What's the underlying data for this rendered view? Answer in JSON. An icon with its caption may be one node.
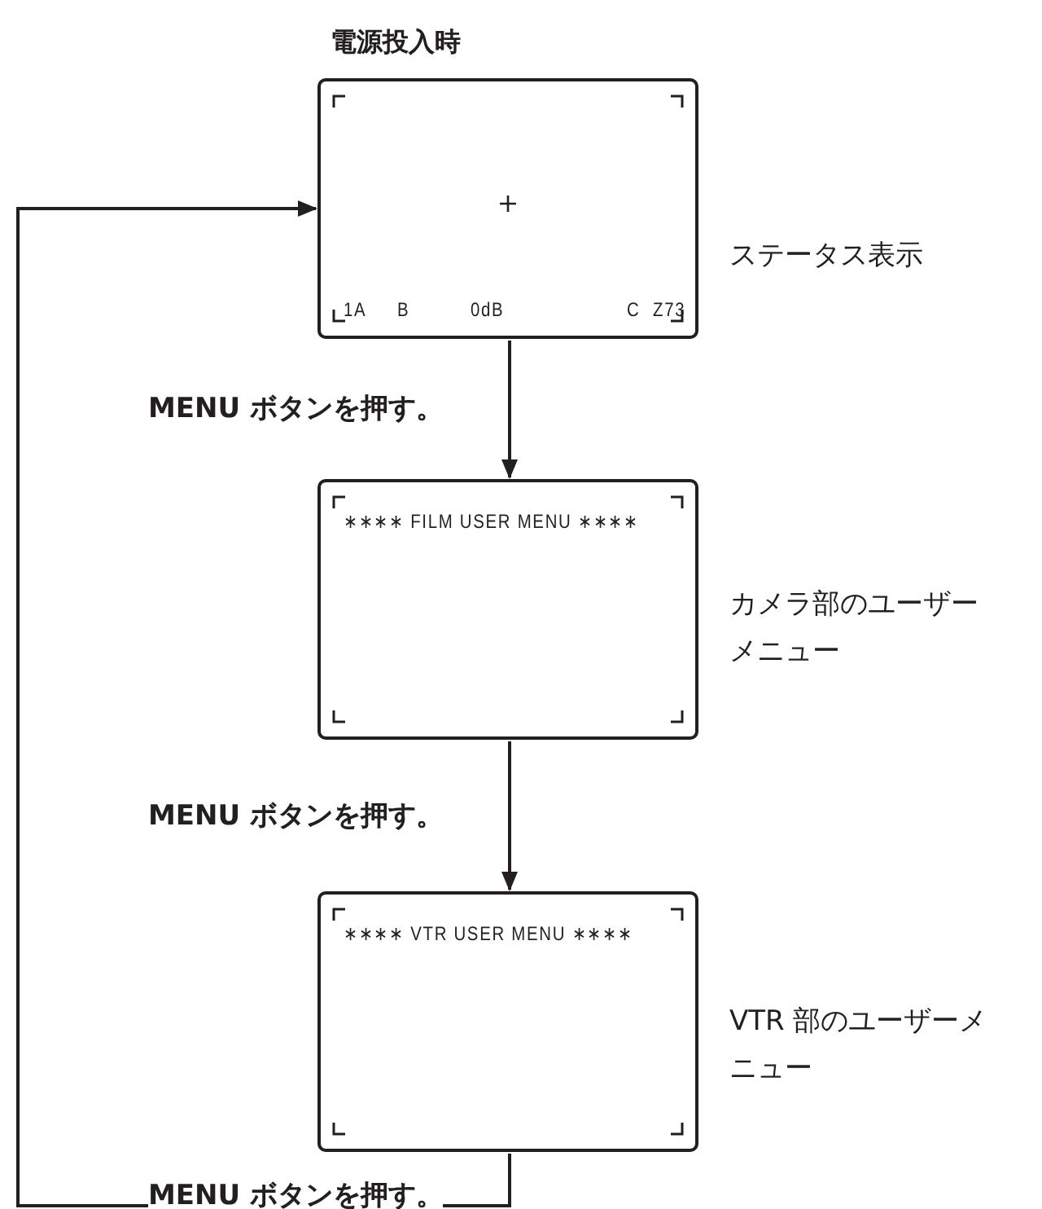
{
  "diagram": {
    "nodes": [
      {
        "text": [
          "電源投入時",
          "1A",
          "B",
          "0dB",
          "C",
          "Z73"
        ],
        "beside": [
          "ステータス表示"
        ]
      },
      {
        "text": [
          "∗∗∗∗ FILM USER MENU ∗∗∗∗"
        ],
        "beside": [
          "カメラ部のユーザーメニュー"
        ]
      },
      {
        "text": [
          "∗∗∗∗ VTR USER MENU ∗∗∗∗"
        ],
        "beside": [
          "VTR 部のユーザーメニュー"
        ]
      }
    ],
    "edges": [
      {
        "from": 0,
        "to": 1,
        "arrow": "to",
        "label": "MENU ボタンを押す。"
      },
      {
        "from": 1,
        "to": 2,
        "arrow": "to",
        "label": "MENU ボタンを押す。"
      },
      {
        "from": 2,
        "to": 0,
        "arrow": "to",
        "label": "MENU ボタンを押す。"
      }
    ]
  }
}
